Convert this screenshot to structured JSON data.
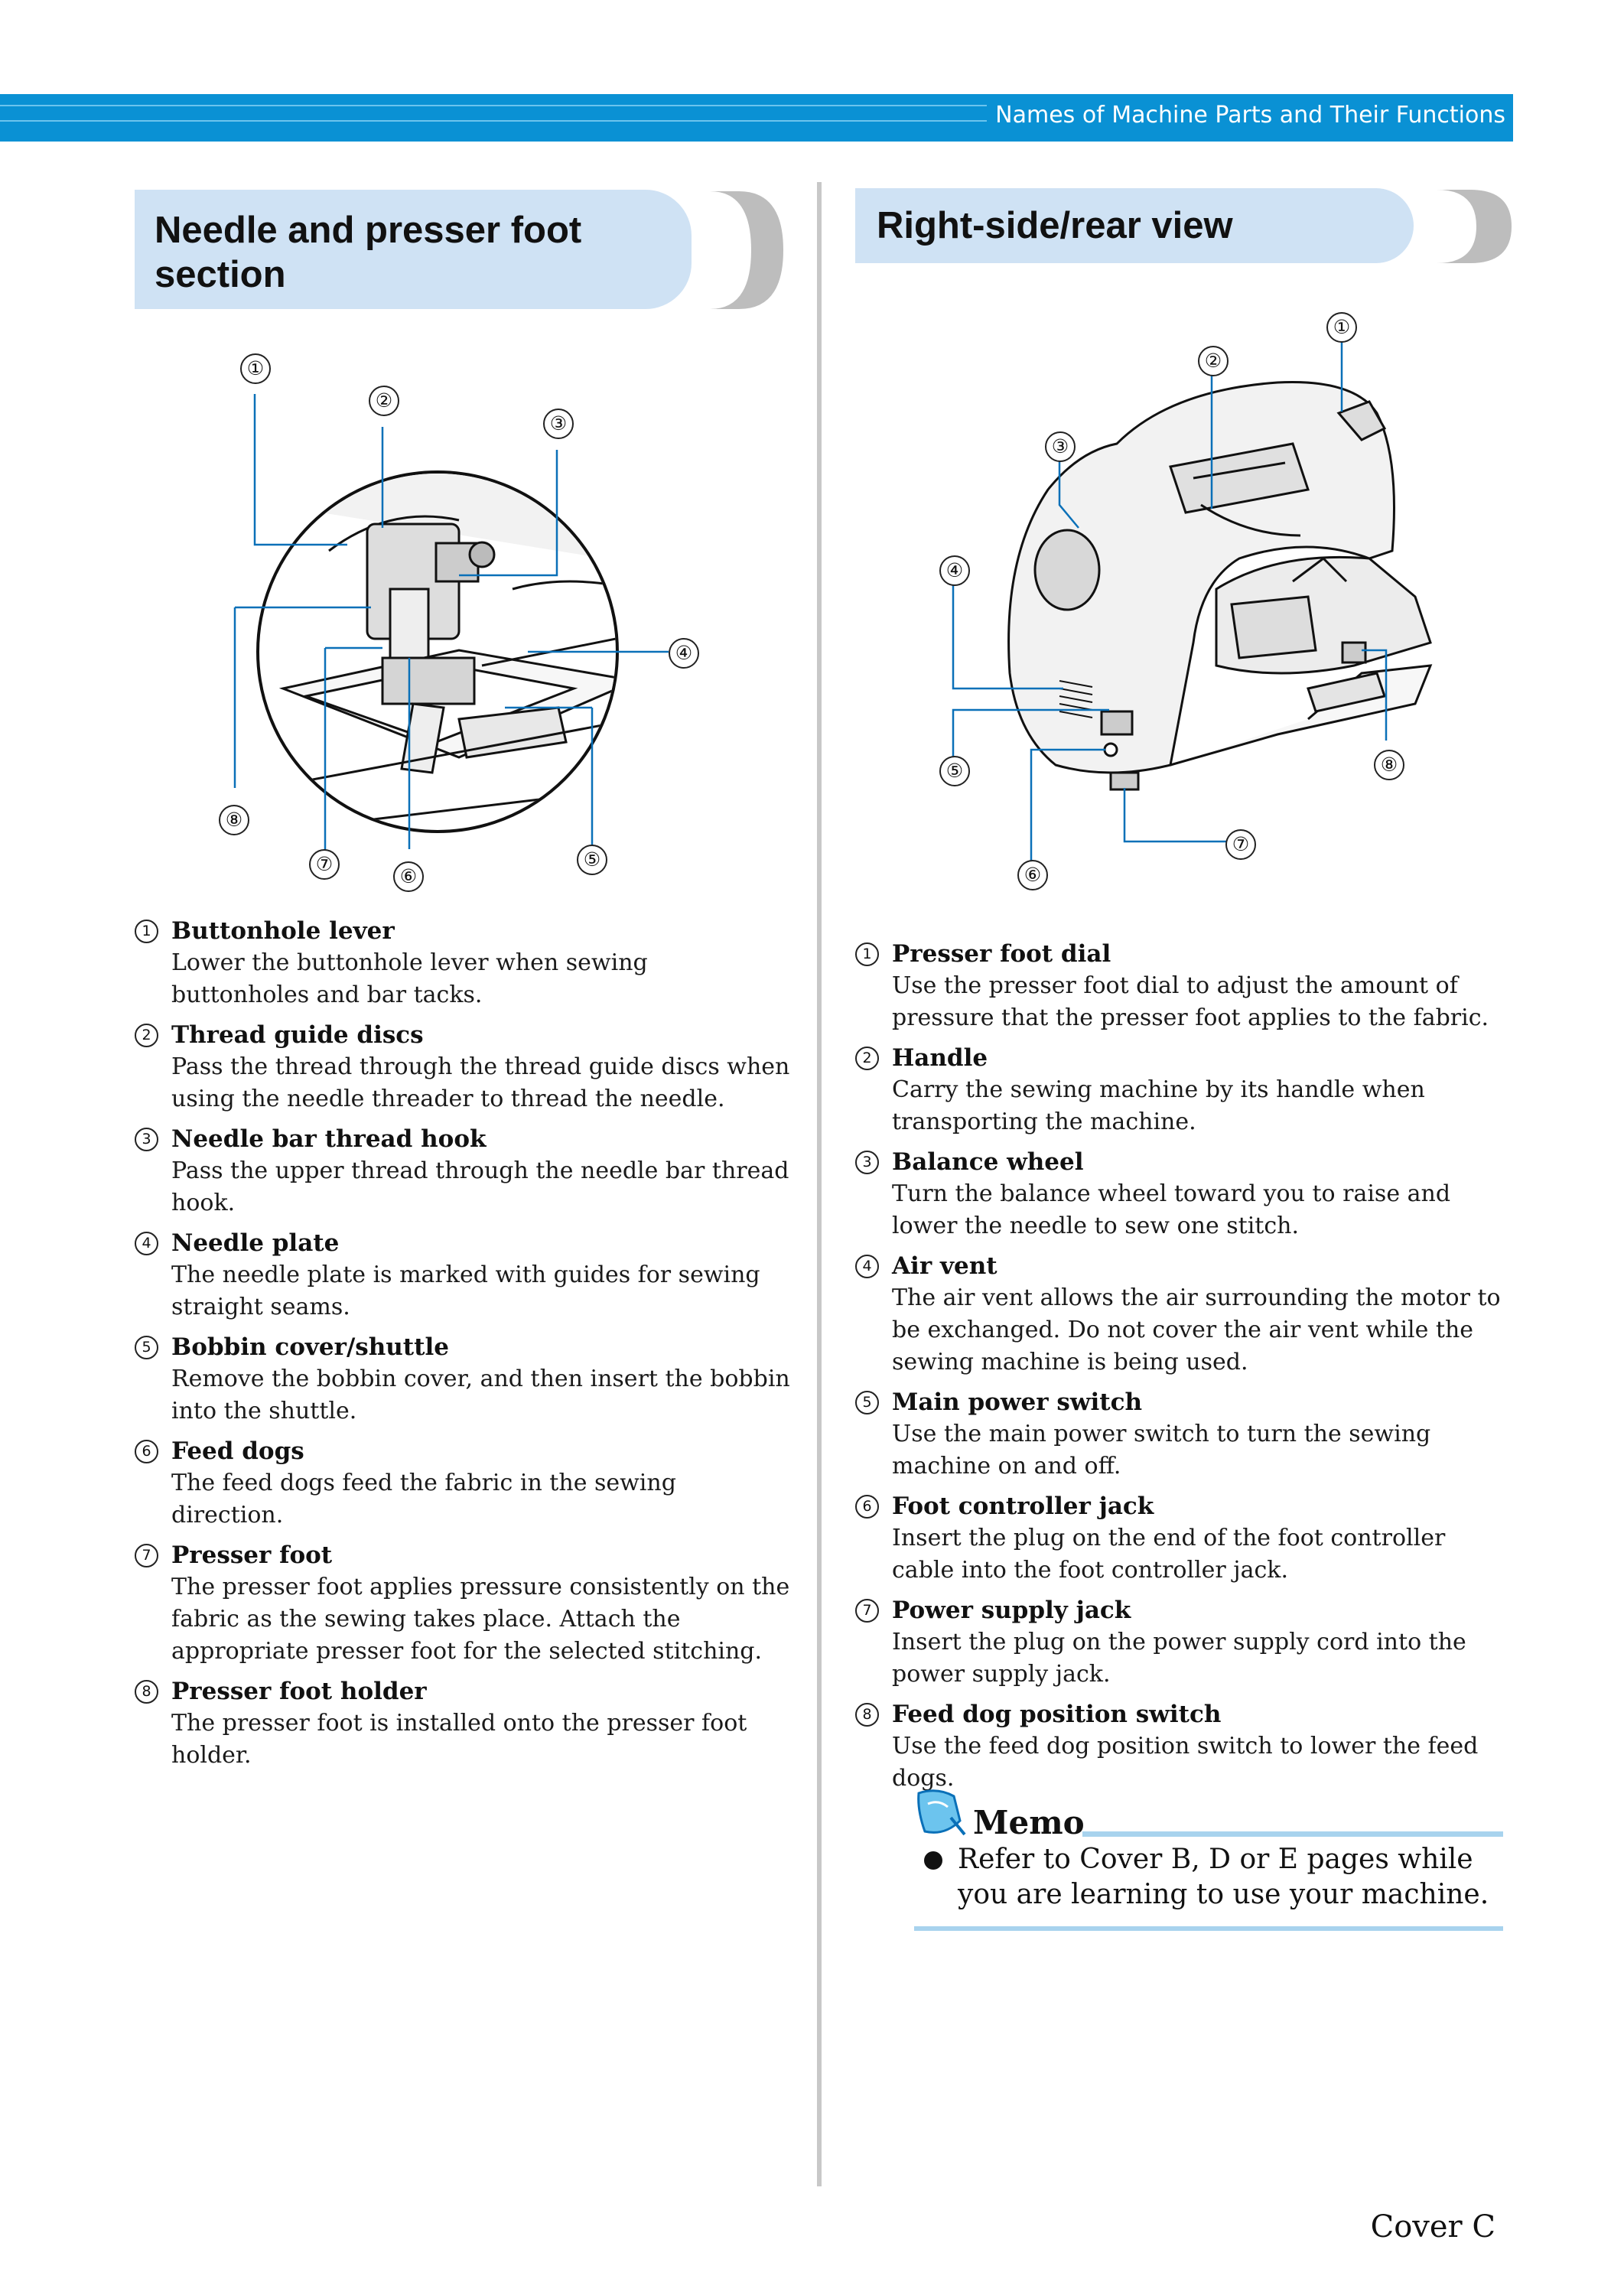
{
  "header": {
    "title": "Names of Machine Parts and Their Functions"
  },
  "left": {
    "heading": "Needle and presser foot section",
    "callouts": [
      "①",
      "②",
      "③",
      "④",
      "⑤",
      "⑥",
      "⑦",
      "⑧"
    ],
    "items": [
      {
        "num": "1",
        "name": "Buttonhole lever",
        "desc": "Lower the buttonhole lever when sewing buttonholes and bar tacks."
      },
      {
        "num": "2",
        "name": "Thread guide discs",
        "desc": "Pass the thread through the thread guide discs when using the needle threader to thread the needle."
      },
      {
        "num": "3",
        "name": "Needle bar thread hook",
        "desc": "Pass the upper thread through the needle bar thread hook."
      },
      {
        "num": "4",
        "name": "Needle plate",
        "desc": "The needle plate is marked with guides for sewing straight seams."
      },
      {
        "num": "5",
        "name": "Bobbin cover/shuttle",
        "desc": "Remove the bobbin cover, and then insert the bobbin into the shuttle."
      },
      {
        "num": "6",
        "name": "Feed dogs",
        "desc": "The feed dogs feed the fabric in the sewing direction."
      },
      {
        "num": "7",
        "name": "Presser foot",
        "desc": "The presser foot applies pressure consistently on the fabric as the sewing takes place. Attach the appropriate presser foot for the selected stitching."
      },
      {
        "num": "8",
        "name": "Presser foot holder",
        "desc": "The presser foot is installed onto the presser foot holder."
      }
    ]
  },
  "right": {
    "heading": "Right-side/rear view",
    "callouts": [
      "①",
      "②",
      "③",
      "④",
      "⑤",
      "⑥",
      "⑦",
      "⑧"
    ],
    "items": [
      {
        "num": "1",
        "name": "Presser foot dial",
        "desc": "Use the presser foot dial to adjust the amount of pressure that the presser foot applies to the fabric."
      },
      {
        "num": "2",
        "name": "Handle",
        "desc": "Carry the sewing machine by its handle when transporting the machine."
      },
      {
        "num": "3",
        "name": "Balance wheel",
        "desc": "Turn the balance wheel toward you to raise and lower the needle to sew one stitch."
      },
      {
        "num": "4",
        "name": "Air vent",
        "desc": "The air vent allows the air surrounding the motor to be exchanged. Do not cover the air vent while the sewing machine is being used."
      },
      {
        "num": "5",
        "name": "Main power switch",
        "desc": "Use the main power switch to turn the sewing machine on and off."
      },
      {
        "num": "6",
        "name": "Foot controller jack",
        "desc": "Insert the plug on the end of the foot controller cable into the foot controller jack."
      },
      {
        "num": "7",
        "name": "Power supply jack",
        "desc": "Insert the plug on the power supply cord into the power supply jack."
      },
      {
        "num": "8",
        "name": "Feed dog position switch",
        "desc": "Use the feed dog position switch to lower the feed dogs."
      }
    ]
  },
  "memo": {
    "title": "Memo",
    "text": "Refer to Cover B, D or E pages while you are learning to use your machine."
  },
  "footer": {
    "page": "Cover C"
  },
  "colors": {
    "band": "#0a91d4",
    "heading_bg": "#cfe2f4",
    "chevron": "#bdbdbd",
    "memo_rule": "#a8d3ee"
  }
}
